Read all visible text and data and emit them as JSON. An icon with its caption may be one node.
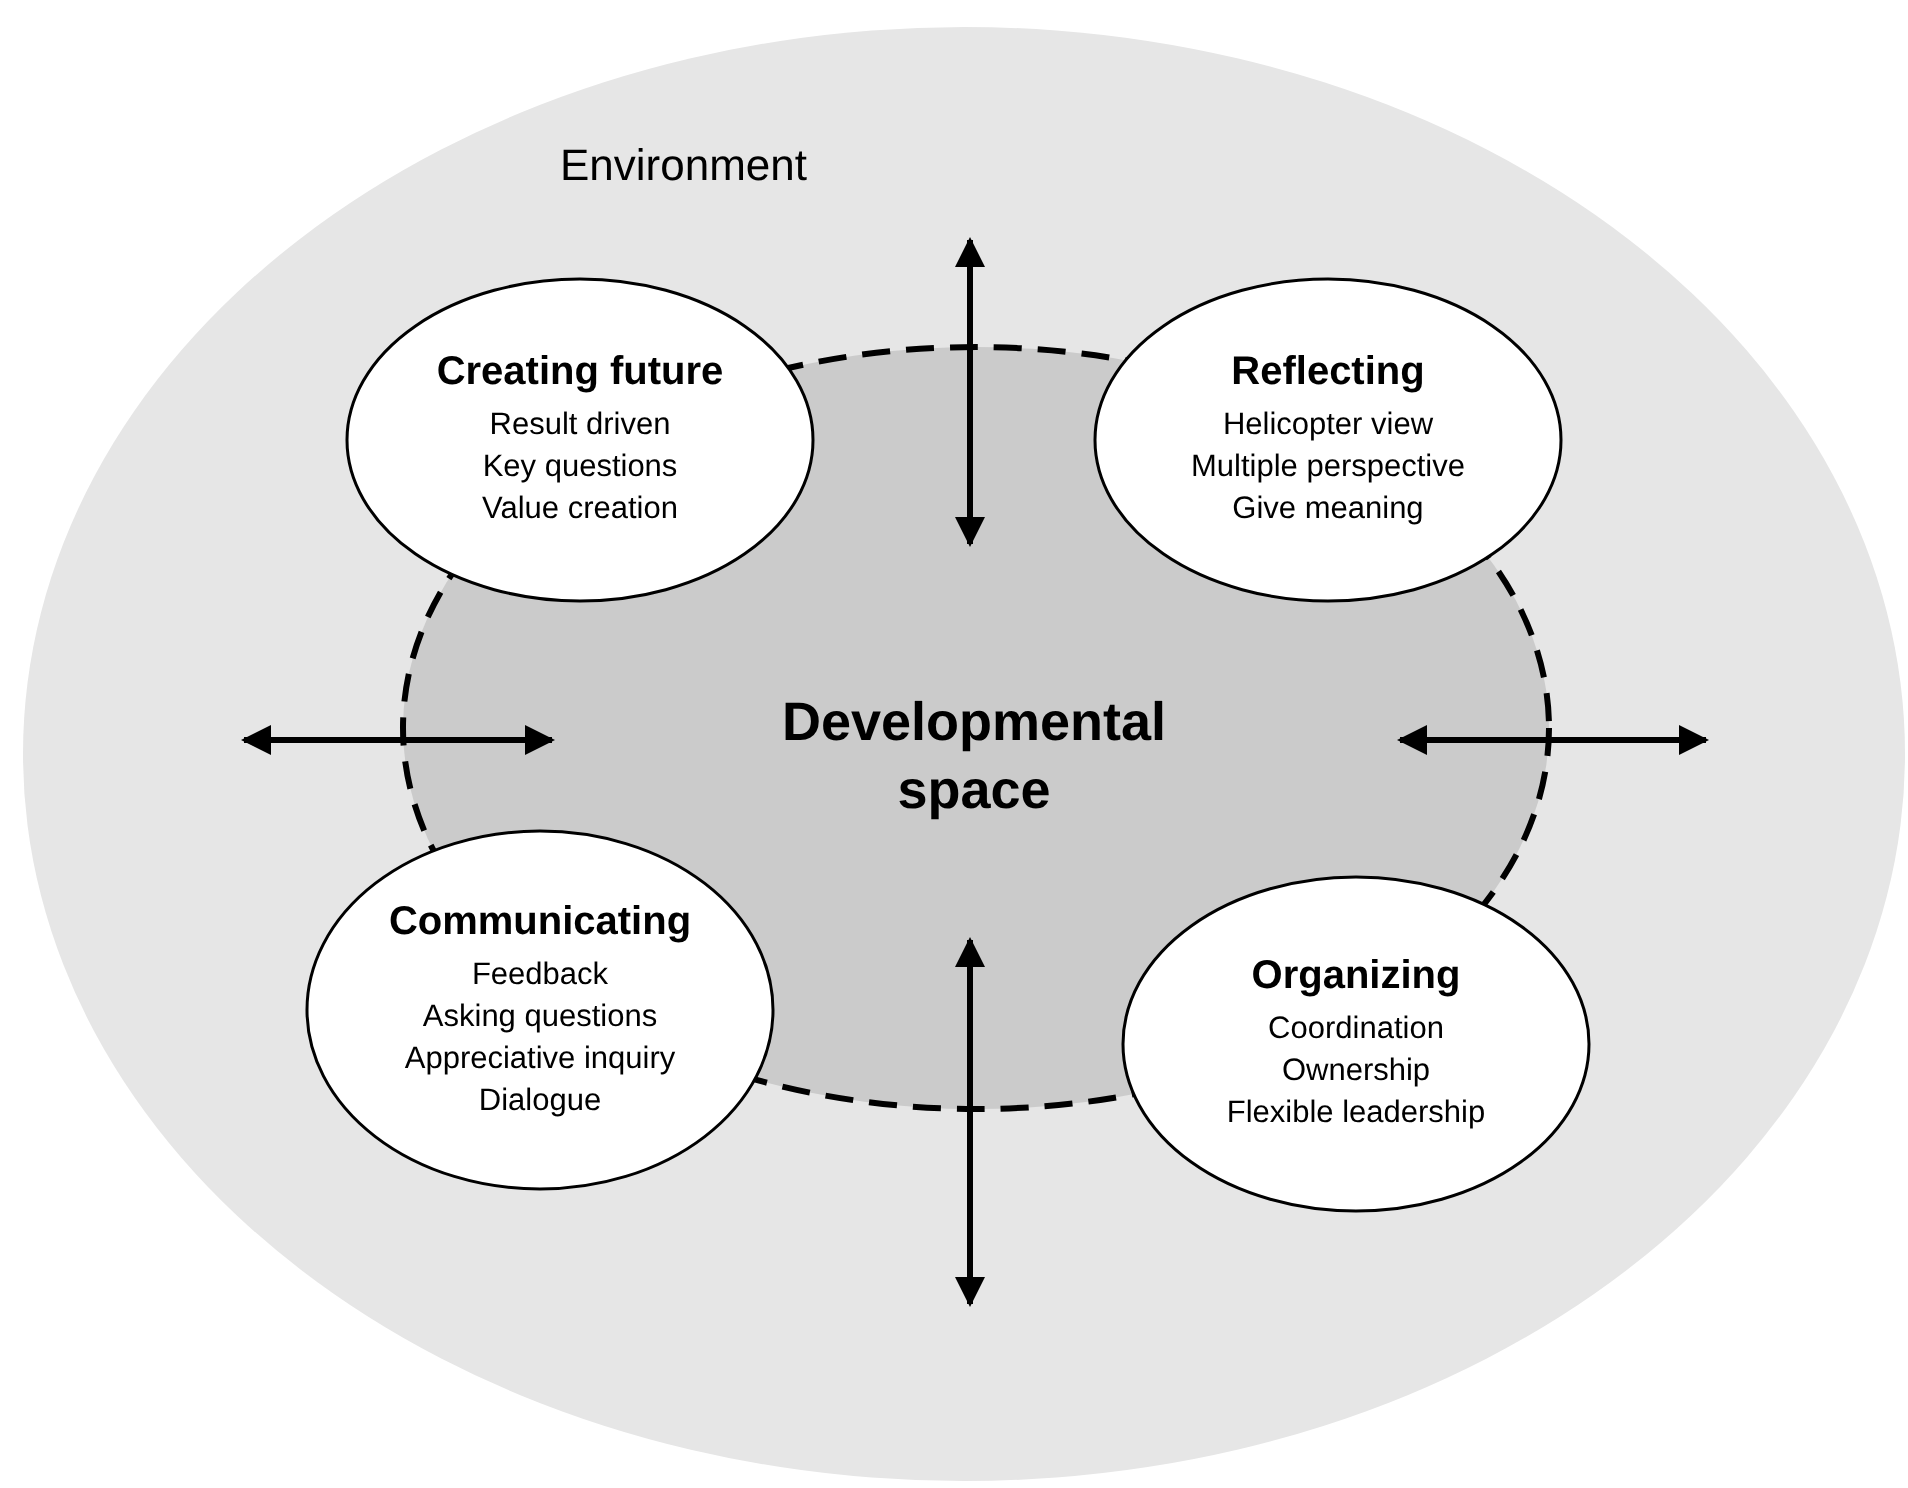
{
  "diagram": {
    "nodes": [
      {
        "text": [
          "Environment"
        ]
      },
      {
        "text": [
          "Developmental space"
        ],
        "in": 0
      },
      {
        "text": [
          "Creating future",
          "Result driven",
          "Key questions",
          "Value creation"
        ],
        "in": 0
      },
      {
        "text": [
          "Reflecting",
          "Helicopter view",
          "Multiple perspective",
          "Give meaning"
        ],
        "in": 0
      },
      {
        "text": [
          "Communicating",
          "Feedback",
          "Asking questions",
          "Appreciative inquiry",
          "Dialogue"
        ],
        "in": 0
      },
      {
        "text": [
          "Organizing",
          "Coordination",
          "Ownership",
          "Flexible leadership"
        ],
        "in": 0
      }
    ],
    "edges": []
  }
}
